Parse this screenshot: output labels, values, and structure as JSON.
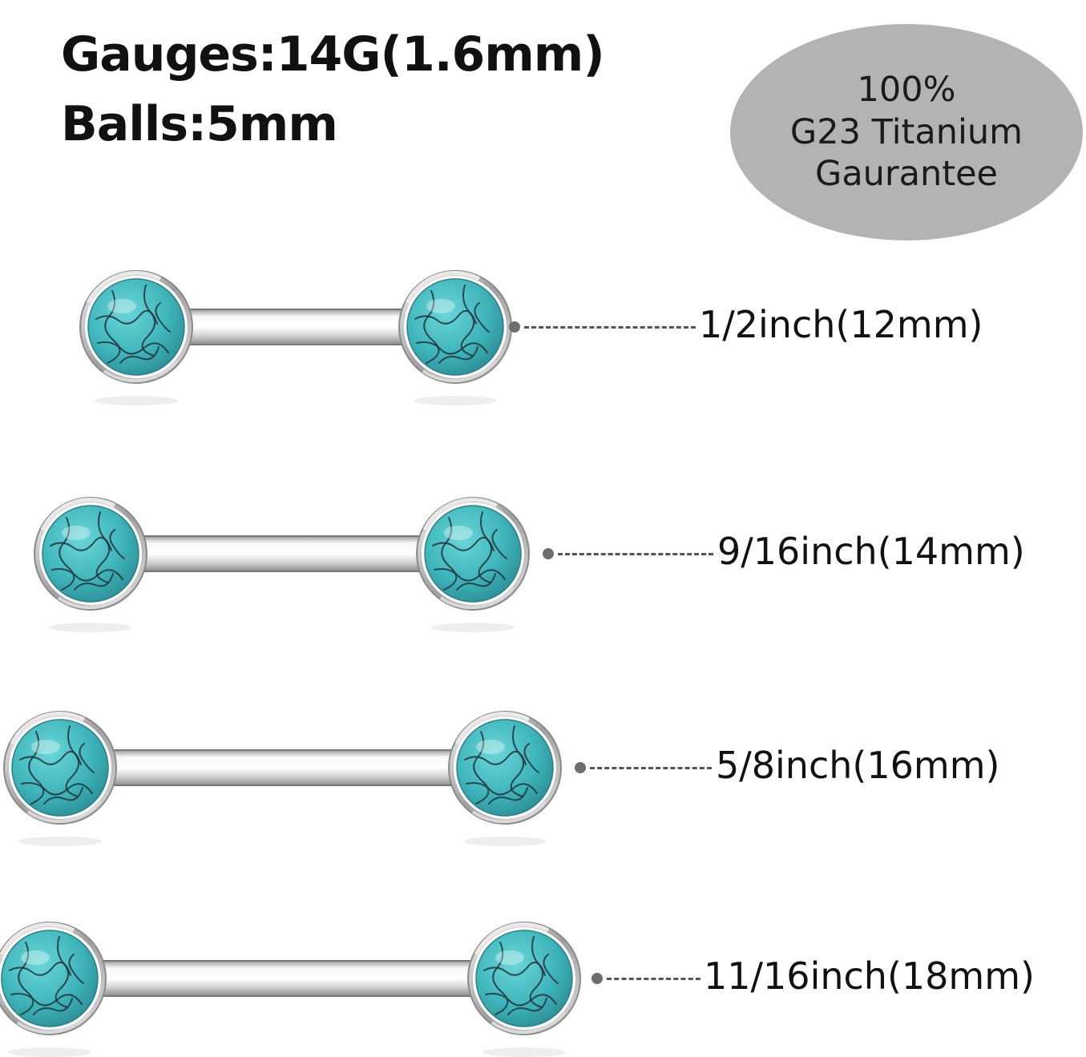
{
  "specs": {
    "gauges": "Gauges:14G(1.6mm)",
    "balls": "Balls:5mm"
  },
  "badge": {
    "line1": "100%",
    "line2": "G23 Titanium",
    "line3": "Gaurantee"
  },
  "colors": {
    "stone": "#3fb6bc",
    "stone_veins": "#2b3b40",
    "metal": "#e6e6e6",
    "badge_bg": "#b3b3b3"
  },
  "barbells": [
    {
      "label": "1/2inch(12mm)"
    },
    {
      "label": "9/16inch(14mm)"
    },
    {
      "label": "5/8inch(16mm)"
    },
    {
      "label": "11/16inch(18mm)"
    }
  ]
}
